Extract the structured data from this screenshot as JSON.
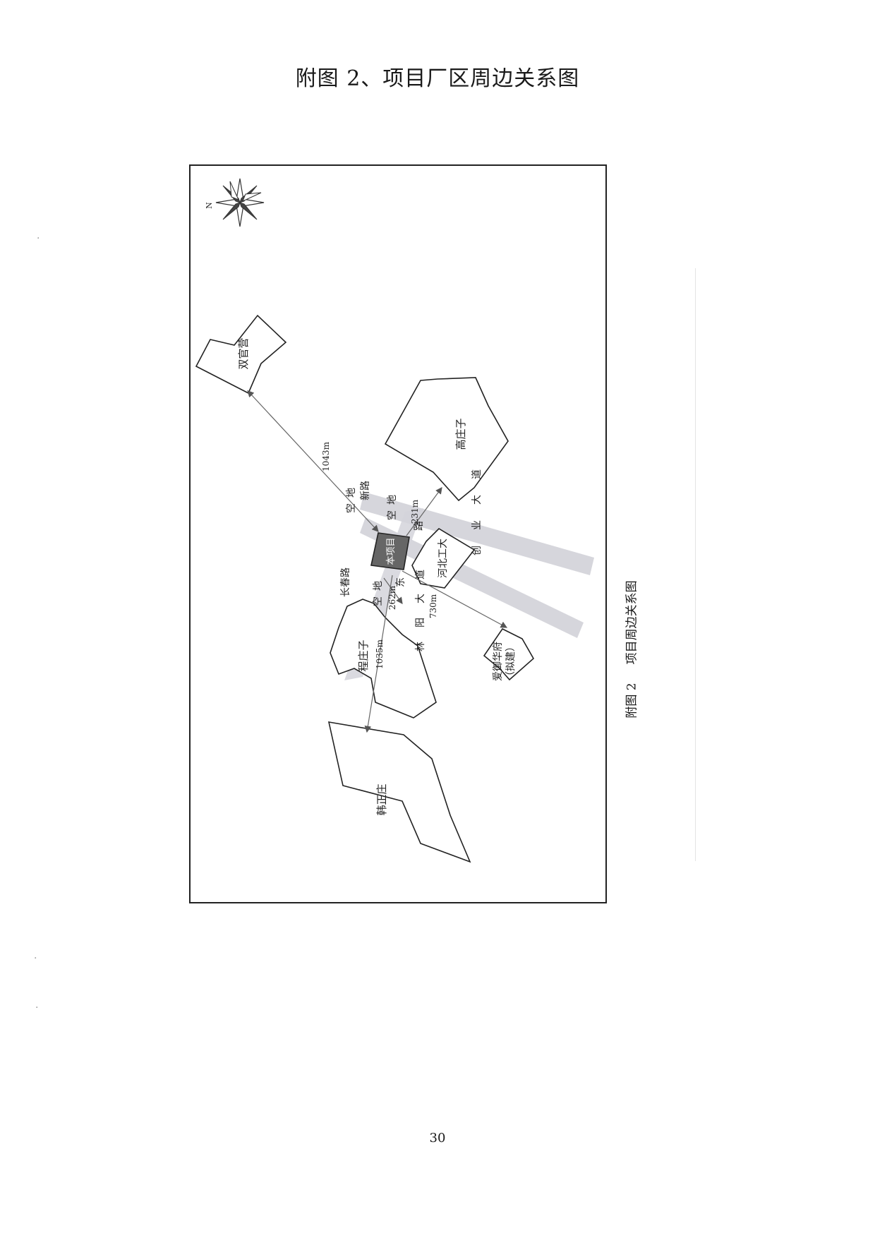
{
  "page": {
    "title": "附图 2、项目厂区周边关系图",
    "page_number": "30"
  },
  "figure": {
    "caption_label": "附图 2",
    "caption_text": "项目周边关系图",
    "compass_label": "N",
    "villages": {
      "shuangguanying": "双官营",
      "gaozhuangzi": "高庄子",
      "chengzhuangzi": "程庄子",
      "hanzhengzhuang": "韩正庄",
      "aiyuhuafu": "爱御华府",
      "aiyuhuafu_note": "（拟建）"
    },
    "buildings": {
      "hebei_univ": "河北工大",
      "project": "本项目"
    },
    "roads": {
      "changchun_road_left": "长春路",
      "xinbei_road": "新路",
      "chuangye_ave": "创业大道",
      "linyang_ave": "林阳大道",
      "linyang_road_alt": "路",
      "dongchang": "东"
    },
    "empty_lots": {
      "lot_nw": "空地",
      "lot_ne": "空地",
      "lot_sw": "空地"
    },
    "distances": {
      "to_shuangguanying": "1043m",
      "to_gaozhuangzi": "231m",
      "to_chengzhuangzi": "262m",
      "to_aiyuhuafu": "730m",
      "to_hanzhengzhuang": "1035m"
    }
  }
}
